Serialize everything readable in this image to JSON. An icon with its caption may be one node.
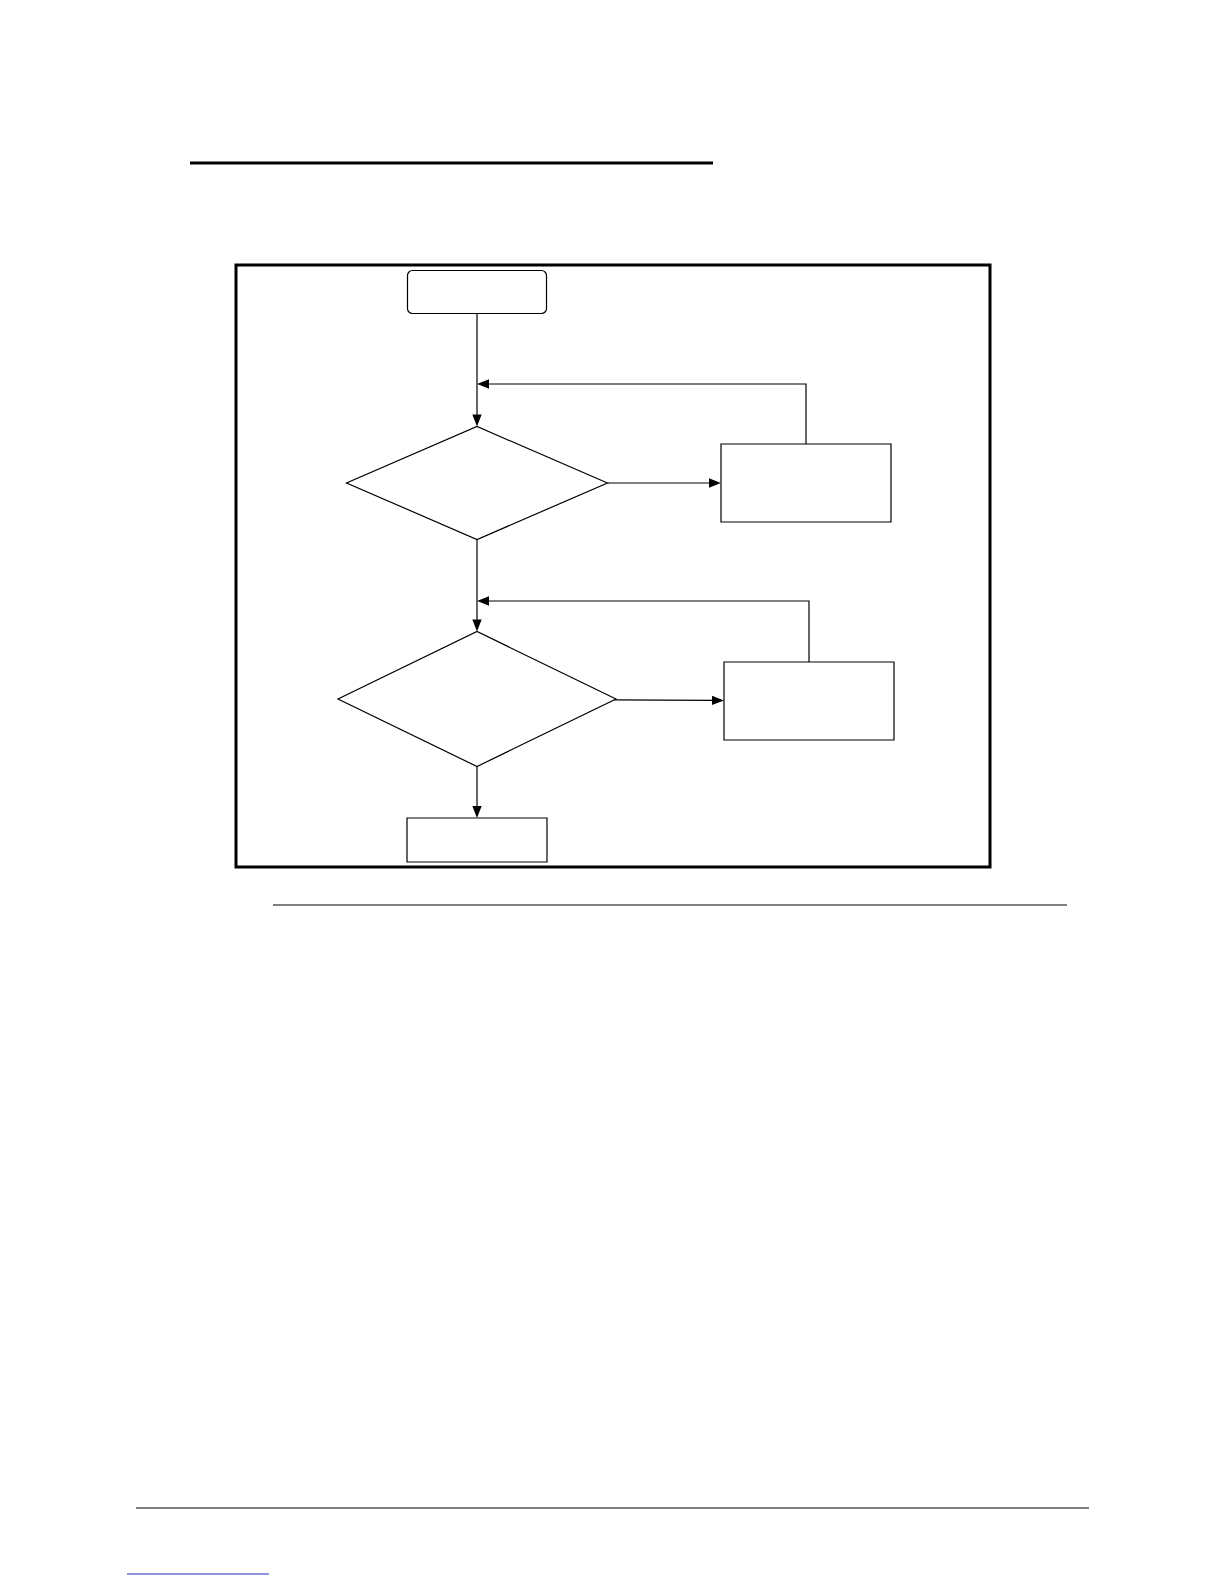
{
  "diagram": {
    "nodes": [
      {
        "text": [],
        "shape": "box"
      },
      {
        "text": [],
        "shape": "diamond"
      },
      {
        "text": [],
        "shape": "box"
      },
      {
        "text": [],
        "shape": "diamond"
      },
      {
        "text": [],
        "shape": "box"
      },
      {
        "text": [],
        "shape": "box"
      }
    ],
    "edges": [
      {
        "from": 0,
        "to": 1,
        "arrow": "to"
      },
      {
        "from": 1,
        "to": 2,
        "arrow": "to"
      },
      {
        "from": 2,
        "to": 1,
        "arrow": "to"
      },
      {
        "from": 1,
        "to": 3,
        "arrow": "to"
      },
      {
        "from": 3,
        "to": 4,
        "arrow": "to"
      },
      {
        "from": 4,
        "to": 3,
        "arrow": "to"
      },
      {
        "from": 3,
        "to": 5,
        "arrow": "to"
      }
    ]
  }
}
